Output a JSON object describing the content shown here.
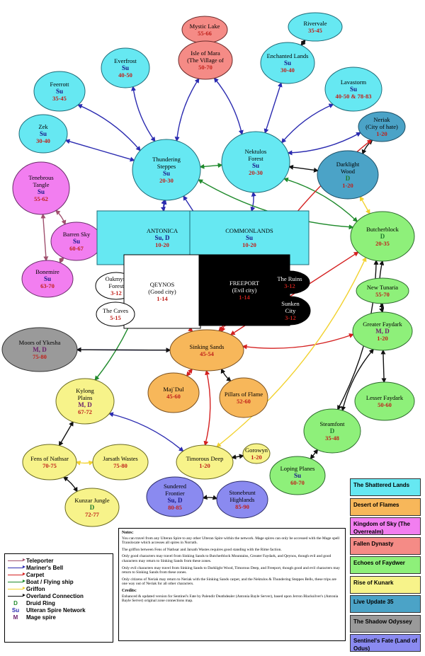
{
  "zones": [
    {
      "id": "mystic_lake",
      "lines": [
        "Mystic Lake"
      ],
      "code": "",
      "level": "55-66",
      "fill": "#f58b86",
      "stroke": "#6b2b2b",
      "shape": "ellipse",
      "darkText": false
    },
    {
      "id": "isle_of_mara",
      "lines": [
        "Isle of Mara",
        "(The Village of"
      ],
      "code": "",
      "level": "50-70",
      "fill": "#f58b86",
      "stroke": "#6b2b2b",
      "shape": "ellipse",
      "darkText": false
    },
    {
      "id": "rivervale",
      "lines": [
        "Rivervale"
      ],
      "code": "",
      "level": "35-45",
      "fill": "#66e8f2",
      "stroke": "#1f6b78",
      "shape": "ellipse",
      "darkText": false
    },
    {
      "id": "enchanted_lands",
      "lines": [
        "Enchanted Lands"
      ],
      "code": "Su",
      "level": "30-40",
      "fill": "#66e8f2",
      "stroke": "#1f6b78",
      "shape": "ellipse",
      "darkText": false
    },
    {
      "id": "everfrost",
      "lines": [
        "Everfrost"
      ],
      "code": "Su",
      "level": "40-50",
      "fill": "#66e8f2",
      "stroke": "#1f6b78",
      "shape": "ellipse",
      "darkText": false
    },
    {
      "id": "feerrott",
      "lines": [
        "Feerrott"
      ],
      "code": "Su",
      "level": "35-45",
      "fill": "#66e8f2",
      "stroke": "#1f6b78",
      "shape": "ellipse",
      "darkText": false
    },
    {
      "id": "lavastorm",
      "lines": [
        "Lavastorm"
      ],
      "code": "Su",
      "level": "40-50 & 78-83",
      "fill": "#66e8f2",
      "stroke": "#1f6b78",
      "shape": "ellipse",
      "darkText": false
    },
    {
      "id": "zek",
      "lines": [
        "Zek"
      ],
      "code": "Su",
      "level": "30-40",
      "fill": "#66e8f2",
      "stroke": "#1f6b78",
      "shape": "ellipse",
      "darkText": false
    },
    {
      "id": "neriak",
      "lines": [
        "Neriak",
        "(City of hate)"
      ],
      "code": "",
      "level": "1-20",
      "fill": "#4ba3c7",
      "stroke": "#1d4f66",
      "shape": "ellipse",
      "darkText": false
    },
    {
      "id": "thundering_steppes",
      "lines": [
        "Thundering",
        "Steppes"
      ],
      "code": "Su",
      "level": "20-30",
      "fill": "#66e8f2",
      "stroke": "#1f6b78",
      "shape": "ellipse",
      "darkText": false
    },
    {
      "id": "nektulos_forest",
      "lines": [
        "Nektulos",
        "Forest"
      ],
      "code": "Su",
      "level": "20-30",
      "fill": "#66e8f2",
      "stroke": "#1f6b78",
      "shape": "ellipse",
      "darkText": false
    },
    {
      "id": "darklight_wood",
      "lines": [
        "Darklight",
        "Wood"
      ],
      "code": "D",
      "level": "1-20",
      "fill": "#4ba3c7",
      "stroke": "#1d4f66",
      "shape": "ellipse",
      "darkText": false
    },
    {
      "id": "tenebrous_tangle",
      "lines": [
        "Tenebrous",
        "Tangle"
      ],
      "code": "Su",
      "level": "55-62",
      "fill": "#f27ef0",
      "stroke": "#6b2b6b",
      "shape": "ellipse",
      "darkText": false
    },
    {
      "id": "barren_sky",
      "lines": [
        "Barren Sky"
      ],
      "code": "Su",
      "level": "60-67",
      "fill": "#f27ef0",
      "stroke": "#6b2b6b",
      "shape": "ellipse",
      "darkText": false
    },
    {
      "id": "bonemire",
      "lines": [
        "Bonemire"
      ],
      "code": "Su",
      "level": "63-70",
      "fill": "#f27ef0",
      "stroke": "#6b2b6b",
      "shape": "ellipse",
      "darkText": false
    },
    {
      "id": "antonica",
      "lines": [
        "ANTONICA"
      ],
      "code": "Su, D",
      "level": "10-20",
      "fill": "#66e8f2",
      "stroke": "#1f6b78",
      "shape": "rect",
      "darkText": false
    },
    {
      "id": "commonlands",
      "lines": [
        "COMMONLANDS"
      ],
      "code": "Su",
      "level": "10-20",
      "fill": "#66e8f2",
      "stroke": "#1f6b78",
      "shape": "rect",
      "darkText": false
    },
    {
      "id": "butcherblock",
      "lines": [
        "Butcherblock"
      ],
      "code": "D",
      "level": "20-35",
      "fill": "#8ef07a",
      "stroke": "#2d6b2d",
      "shape": "ellipse",
      "darkText": false
    },
    {
      "id": "oakmyst_forest",
      "lines": [
        "Oakmyst",
        "Forest"
      ],
      "code": "",
      "level": "3-12",
      "fill": "#ffffff",
      "stroke": "#000000",
      "shape": "ellipse",
      "darkText": false
    },
    {
      "id": "qeynos",
      "lines": [
        "QEYNOS",
        "(Good city)"
      ],
      "code": "",
      "level": "1-14",
      "fill": "#ffffff",
      "stroke": "#000000",
      "shape": "rect",
      "darkText": false
    },
    {
      "id": "freeport",
      "lines": [
        "FREEPORT",
        "(Evil city)"
      ],
      "code": "",
      "level": "1-14",
      "fill": "#000000",
      "stroke": "#000000",
      "shape": "rect",
      "darkText": true
    },
    {
      "id": "the_ruins",
      "lines": [
        "The Ruins"
      ],
      "code": "",
      "level": "3-12",
      "fill": "#000000",
      "stroke": "#000000",
      "shape": "ellipse",
      "darkText": true
    },
    {
      "id": "sunken_city",
      "lines": [
        "Sunken",
        "City"
      ],
      "code": "",
      "level": "3-12",
      "fill": "#000000",
      "stroke": "#000000",
      "shape": "ellipse",
      "darkText": true
    },
    {
      "id": "the_caves",
      "lines": [
        "The Caves"
      ],
      "code": "",
      "level": "5-15",
      "fill": "#ffffff",
      "stroke": "#000000",
      "shape": "ellipse",
      "darkText": false
    },
    {
      "id": "new_tunaria",
      "lines": [
        "New Tunaria"
      ],
      "code": "",
      "level": "55-70",
      "fill": "#8ef07a",
      "stroke": "#2d6b2d",
      "shape": "ellipse",
      "darkText": false
    },
    {
      "id": "greater_faydark",
      "lines": [
        "Greater Faydark"
      ],
      "code": "M, D",
      "level": "1-20",
      "fill": "#8ef07a",
      "stroke": "#2d6b2d",
      "shape": "ellipse",
      "darkText": false
    },
    {
      "id": "moors_of_ykesha",
      "lines": [
        "Moors of Ykesha"
      ],
      "code": "M, D",
      "level": "75-80",
      "fill": "#9a9a9a",
      "stroke": "#333333",
      "shape": "ellipse",
      "darkText": false
    },
    {
      "id": "sinking_sands",
      "lines": [
        "Sinking Sands"
      ],
      "code": "",
      "level": "45-54",
      "fill": "#f7b75a",
      "stroke": "#7a5020",
      "shape": "ellipse",
      "darkText": false
    },
    {
      "id": "kylong_plains",
      "lines": [
        "Kylong",
        "Plains"
      ],
      "code": "M, D",
      "level": "67-72",
      "fill": "#f7f38a",
      "stroke": "#6b6b20",
      "shape": "ellipse",
      "darkText": false
    },
    {
      "id": "maj_dul",
      "lines": [
        "Maj`Dul"
      ],
      "code": "",
      "level": "45-60",
      "fill": "#f7b75a",
      "stroke": "#7a5020",
      "shape": "ellipse",
      "darkText": false
    },
    {
      "id": "pillars_of_flame",
      "lines": [
        "Pillars of Flame"
      ],
      "code": "",
      "level": "52-60",
      "fill": "#f7b75a",
      "stroke": "#7a5020",
      "shape": "ellipse",
      "darkText": false
    },
    {
      "id": "lesser_faydark",
      "lines": [
        "Lesser Faydark"
      ],
      "code": "",
      "level": "50-60",
      "fill": "#8ef07a",
      "stroke": "#2d6b2d",
      "shape": "ellipse",
      "darkText": false
    },
    {
      "id": "steamfont",
      "lines": [
        "Steamfont"
      ],
      "code": "D",
      "level": "35-48",
      "fill": "#8ef07a",
      "stroke": "#2d6b2d",
      "shape": "ellipse",
      "darkText": false
    },
    {
      "id": "fens_of_nathsar",
      "lines": [
        "Fens of Nathsar"
      ],
      "code": "",
      "level": "70-75",
      "fill": "#f7f38a",
      "stroke": "#6b6b20",
      "shape": "ellipse",
      "darkText": false
    },
    {
      "id": "jarsath_wastes",
      "lines": [
        "Jarsath Wastes"
      ],
      "code": "",
      "level": "75-80",
      "fill": "#f7f38a",
      "stroke": "#6b6b20",
      "shape": "ellipse",
      "darkText": false
    },
    {
      "id": "timorous_deep",
      "lines": [
        "Timorous Deep"
      ],
      "code": "",
      "level": "1-20",
      "fill": "#f7f38a",
      "stroke": "#6b6b20",
      "shape": "ellipse",
      "darkText": false
    },
    {
      "id": "gorowyn",
      "lines": [
        "Gorowyn"
      ],
      "code": "",
      "level": "1-20",
      "fill": "#f7f38a",
      "stroke": "#6b6b20",
      "shape": "ellipse",
      "darkText": false
    },
    {
      "id": "loping_plains",
      "lines": [
        "Loping Planes"
      ],
      "code": "Su",
      "level": "60-70",
      "fill": "#8ef07a",
      "stroke": "#2d6b2d",
      "shape": "ellipse",
      "darkText": false
    },
    {
      "id": "sundered_frontier",
      "lines": [
        "Sundered",
        "Frontier"
      ],
      "code": "Su, D",
      "level": "80-85",
      "fill": "#8a8af0",
      "stroke": "#2d2d6b",
      "shape": "ellipse",
      "darkText": false
    },
    {
      "id": "stonebrunt_highlands",
      "lines": [
        "Stonebrunt",
        "Highlands"
      ],
      "code": "",
      "level": "85-90",
      "fill": "#8a8af0",
      "stroke": "#2d2d6b",
      "shape": "ellipse",
      "darkText": false
    },
    {
      "id": "kunzar_jungle",
      "lines": [
        "Kunzar Jungle"
      ],
      "code": "D",
      "level": "72-77",
      "fill": "#f7f38a",
      "stroke": "#6b6b20",
      "shape": "ellipse",
      "darkText": false
    }
  ],
  "edges": [
    {
      "from": "mystic_lake",
      "to": "isle_of_mara",
      "type": "overland"
    },
    {
      "from": "rivervale",
      "to": "enchanted_lands",
      "type": "overland"
    },
    {
      "from": "isle_of_mara",
      "to": "thundering_steppes",
      "type": "mariner"
    },
    {
      "from": "isle_of_mara",
      "to": "nektulos_forest",
      "type": "mariner"
    },
    {
      "from": "enchanted_lands",
      "to": "nektulos_forest",
      "type": "mariner"
    },
    {
      "from": "everfrost",
      "to": "thundering_steppes",
      "type": "mariner"
    },
    {
      "from": "feerrott",
      "to": "thundering_steppes",
      "type": "mariner"
    },
    {
      "from": "zek",
      "to": "thundering_steppes",
      "type": "mariner"
    },
    {
      "from": "lavastorm",
      "to": "nektulos_forest",
      "type": "mariner"
    },
    {
      "from": "neriak",
      "to": "nektulos_forest",
      "type": "mariner"
    },
    {
      "from": "thundering_steppes",
      "to": "nektulos_forest",
      "type": "boat"
    },
    {
      "from": "thundering_steppes",
      "to": "antonica",
      "type": "mariner"
    },
    {
      "from": "nektulos_forest",
      "to": "commonlands",
      "type": "mariner"
    },
    {
      "from": "nektulos_forest",
      "to": "darklight_wood",
      "type": "overland"
    },
    {
      "from": "neriak",
      "to": "darklight_wood",
      "type": "overland"
    },
    {
      "from": "tenebrous_tangle",
      "to": "barren_sky",
      "type": "teleporter"
    },
    {
      "from": "tenebrous_tangle",
      "to": "bonemire",
      "type": "teleporter"
    },
    {
      "from": "barren_sky",
      "to": "bonemire",
      "type": "teleporter"
    },
    {
      "from": "antonica",
      "to": "qeynos",
      "type": "overland"
    },
    {
      "from": "commonlands",
      "to": "freeport",
      "type": "overland"
    },
    {
      "from": "qeynos",
      "to": "oakmyst_forest",
      "type": "mariner"
    },
    {
      "from": "qeynos",
      "to": "the_caves",
      "type": "mariner"
    },
    {
      "from": "freeport",
      "to": "the_ruins",
      "type": "mariner"
    },
    {
      "from": "freeport",
      "to": "sunken_city",
      "type": "mariner"
    },
    {
      "from": "qeynos",
      "to": "thundering_steppes",
      "type": "mariner"
    },
    {
      "from": "freeport",
      "to": "thundering_steppes",
      "type": "mariner"
    },
    {
      "from": "thundering_steppes",
      "to": "butcherblock",
      "type": "boat"
    },
    {
      "from": "nektulos_forest",
      "to": "butcherblock",
      "type": "boat"
    },
    {
      "from": "darklight_wood",
      "to": "butcherblock",
      "type": "griffon"
    },
    {
      "from": "butcherblock",
      "to": "greater_faydark",
      "type": "overland"
    },
    {
      "from": "greater_faydark",
      "to": "new_tunaria",
      "type": "overland"
    },
    {
      "from": "greater_faydark",
      "to": "lesser_faydark",
      "type": "overland"
    },
    {
      "from": "greater_faydark",
      "to": "steamfont",
      "type": "overland"
    },
    {
      "from": "butcherblock",
      "to": "steamfont",
      "type": "overland"
    },
    {
      "from": "steamfont",
      "to": "loping_plains",
      "type": "overland"
    },
    {
      "from": "qeynos",
      "to": "sinking_sands",
      "type": "carpet"
    },
    {
      "from": "freeport",
      "to": "sinking_sands",
      "type": "carpet"
    },
    {
      "from": "sinking_sands",
      "to": "butcherblock",
      "type": "carpet"
    },
    {
      "from": "sinking_sands",
      "to": "greater_faydark",
      "type": "carpet"
    },
    {
      "from": "sinking_sands",
      "to": "neriak",
      "type": "carpet"
    },
    {
      "from": "sinking_sands",
      "to": "maj_dul",
      "type": "carpet"
    },
    {
      "from": "sinking_sands",
      "to": "pillars_of_flame",
      "type": "overland"
    },
    {
      "from": "sinking_sands",
      "to": "timorous_deep",
      "type": "carpet"
    },
    {
      "from": "sinking_sands",
      "to": "moors_of_ykesha",
      "type": "mariner"
    },
    {
      "from": "kylong_plains",
      "to": "antonica",
      "type": "boat"
    },
    {
      "from": "kylong_plains",
      "to": "timorous_deep",
      "type": "mariner"
    },
    {
      "from": "kylong_plains",
      "to": "fens_of_nathsar",
      "type": "overland"
    },
    {
      "from": "fens_of_nathsar",
      "to": "jarsath_wastes",
      "type": "griffon"
    },
    {
      "from": "fens_of_nathsar",
      "to": "kunzar_jungle",
      "type": "overland"
    },
    {
      "from": "timorous_deep",
      "to": "gorowyn",
      "type": "overland"
    },
    {
      "from": "timorous_deep",
      "to": "butcherblock",
      "type": "griffon"
    },
    {
      "from": "sundered_frontier",
      "to": "stonebrunt_highlands",
      "type": "overland"
    },
    {
      "from": "moors_of_ykesha",
      "to": "sinking_sands",
      "type": "overland"
    }
  ],
  "edge_colors": {
    "teleporter": "#a0506e",
    "mariner": "#2b2bb0",
    "carpet": "#d42020",
    "boat": "#1f8a2c",
    "griffon": "#f2d230",
    "overland": "#111111"
  },
  "categories": [
    {
      "label": "The Shattered Lands",
      "color": "#66e8f2"
    },
    {
      "label": "Desert of Flames",
      "color": "#f7b75a"
    },
    {
      "label": "Kingdom of Sky (The Overrealm)",
      "color": "#f27ef0"
    },
    {
      "label": "Fallen Dynasty",
      "color": "#f58b86"
    },
    {
      "label": "Echoes of Faydwer",
      "color": "#8ef07a"
    },
    {
      "label": "Rise of Kunark",
      "color": "#f7f38a"
    },
    {
      "label": "Live Update 35",
      "color": "#4ba3c7"
    },
    {
      "label": "The Shadow Odyssey",
      "color": "#9a9a9a"
    },
    {
      "label": "Sentinel's Fate (Land of Odus)",
      "color": "#8a8af0"
    }
  ],
  "legend": {
    "lines": [
      {
        "label": "Teleporter",
        "type": "teleporter"
      },
      {
        "label": "Mariner's Bell",
        "type": "mariner"
      },
      {
        "label": "Carpet",
        "type": "carpet"
      },
      {
        "label": "Boat / Flying ship",
        "type": "boat"
      },
      {
        "label": "Griffon",
        "type": "griffon"
      },
      {
        "label": "Overland Connection",
        "type": "overland"
      }
    ],
    "codes": [
      {
        "code": "D",
        "label": "Druid Ring",
        "color": "#1f8a2c"
      },
      {
        "code": "Su",
        "label": "Ulteran Spire Network",
        "color": "#2b2bb0"
      },
      {
        "code": "M",
        "label": "Mage spire",
        "color": "#6b1f6b"
      }
    ]
  },
  "notes": {
    "title": "Notes:",
    "paragraphs": [
      "You can travel from any Ulteran Spire to any other Ulteran Spire within the network.  Mage spires can only be accessed with the Mage spell Translocate which accesses all spires in Norrath.",
      "The griffon between Fens of Nathsar and Jarsath Wastes requires good standing with the Rime faction.",
      "Only good characters may travel from Sinking Sands to Butcherblock Mountains, Greater Faydark, and Qeynos, though evil and good characters may return to Sinking Sands from these zones.",
      "Only evil characters may travel from Sinking Sands to Darklight Wood, Timorous Deep, and Freeport, though good and evil characters may return to Sinking Sands from these zones.",
      "Only citizens of Neriak may return to Neriak with the Sinking Sands carpet, and the Nektulos & Thundering Steppes Bells, these trips are one way out of Neriak for all other characters."
    ],
    "credits_title": "Credits:",
    "credits": "Enhanced & updated version for Sentinel's Fate by Palendir Deathdealer (Antonia Bayle Server), based upon Jerron Blacksilver's (Antonia Bayle Server) original zone connections map."
  }
}
